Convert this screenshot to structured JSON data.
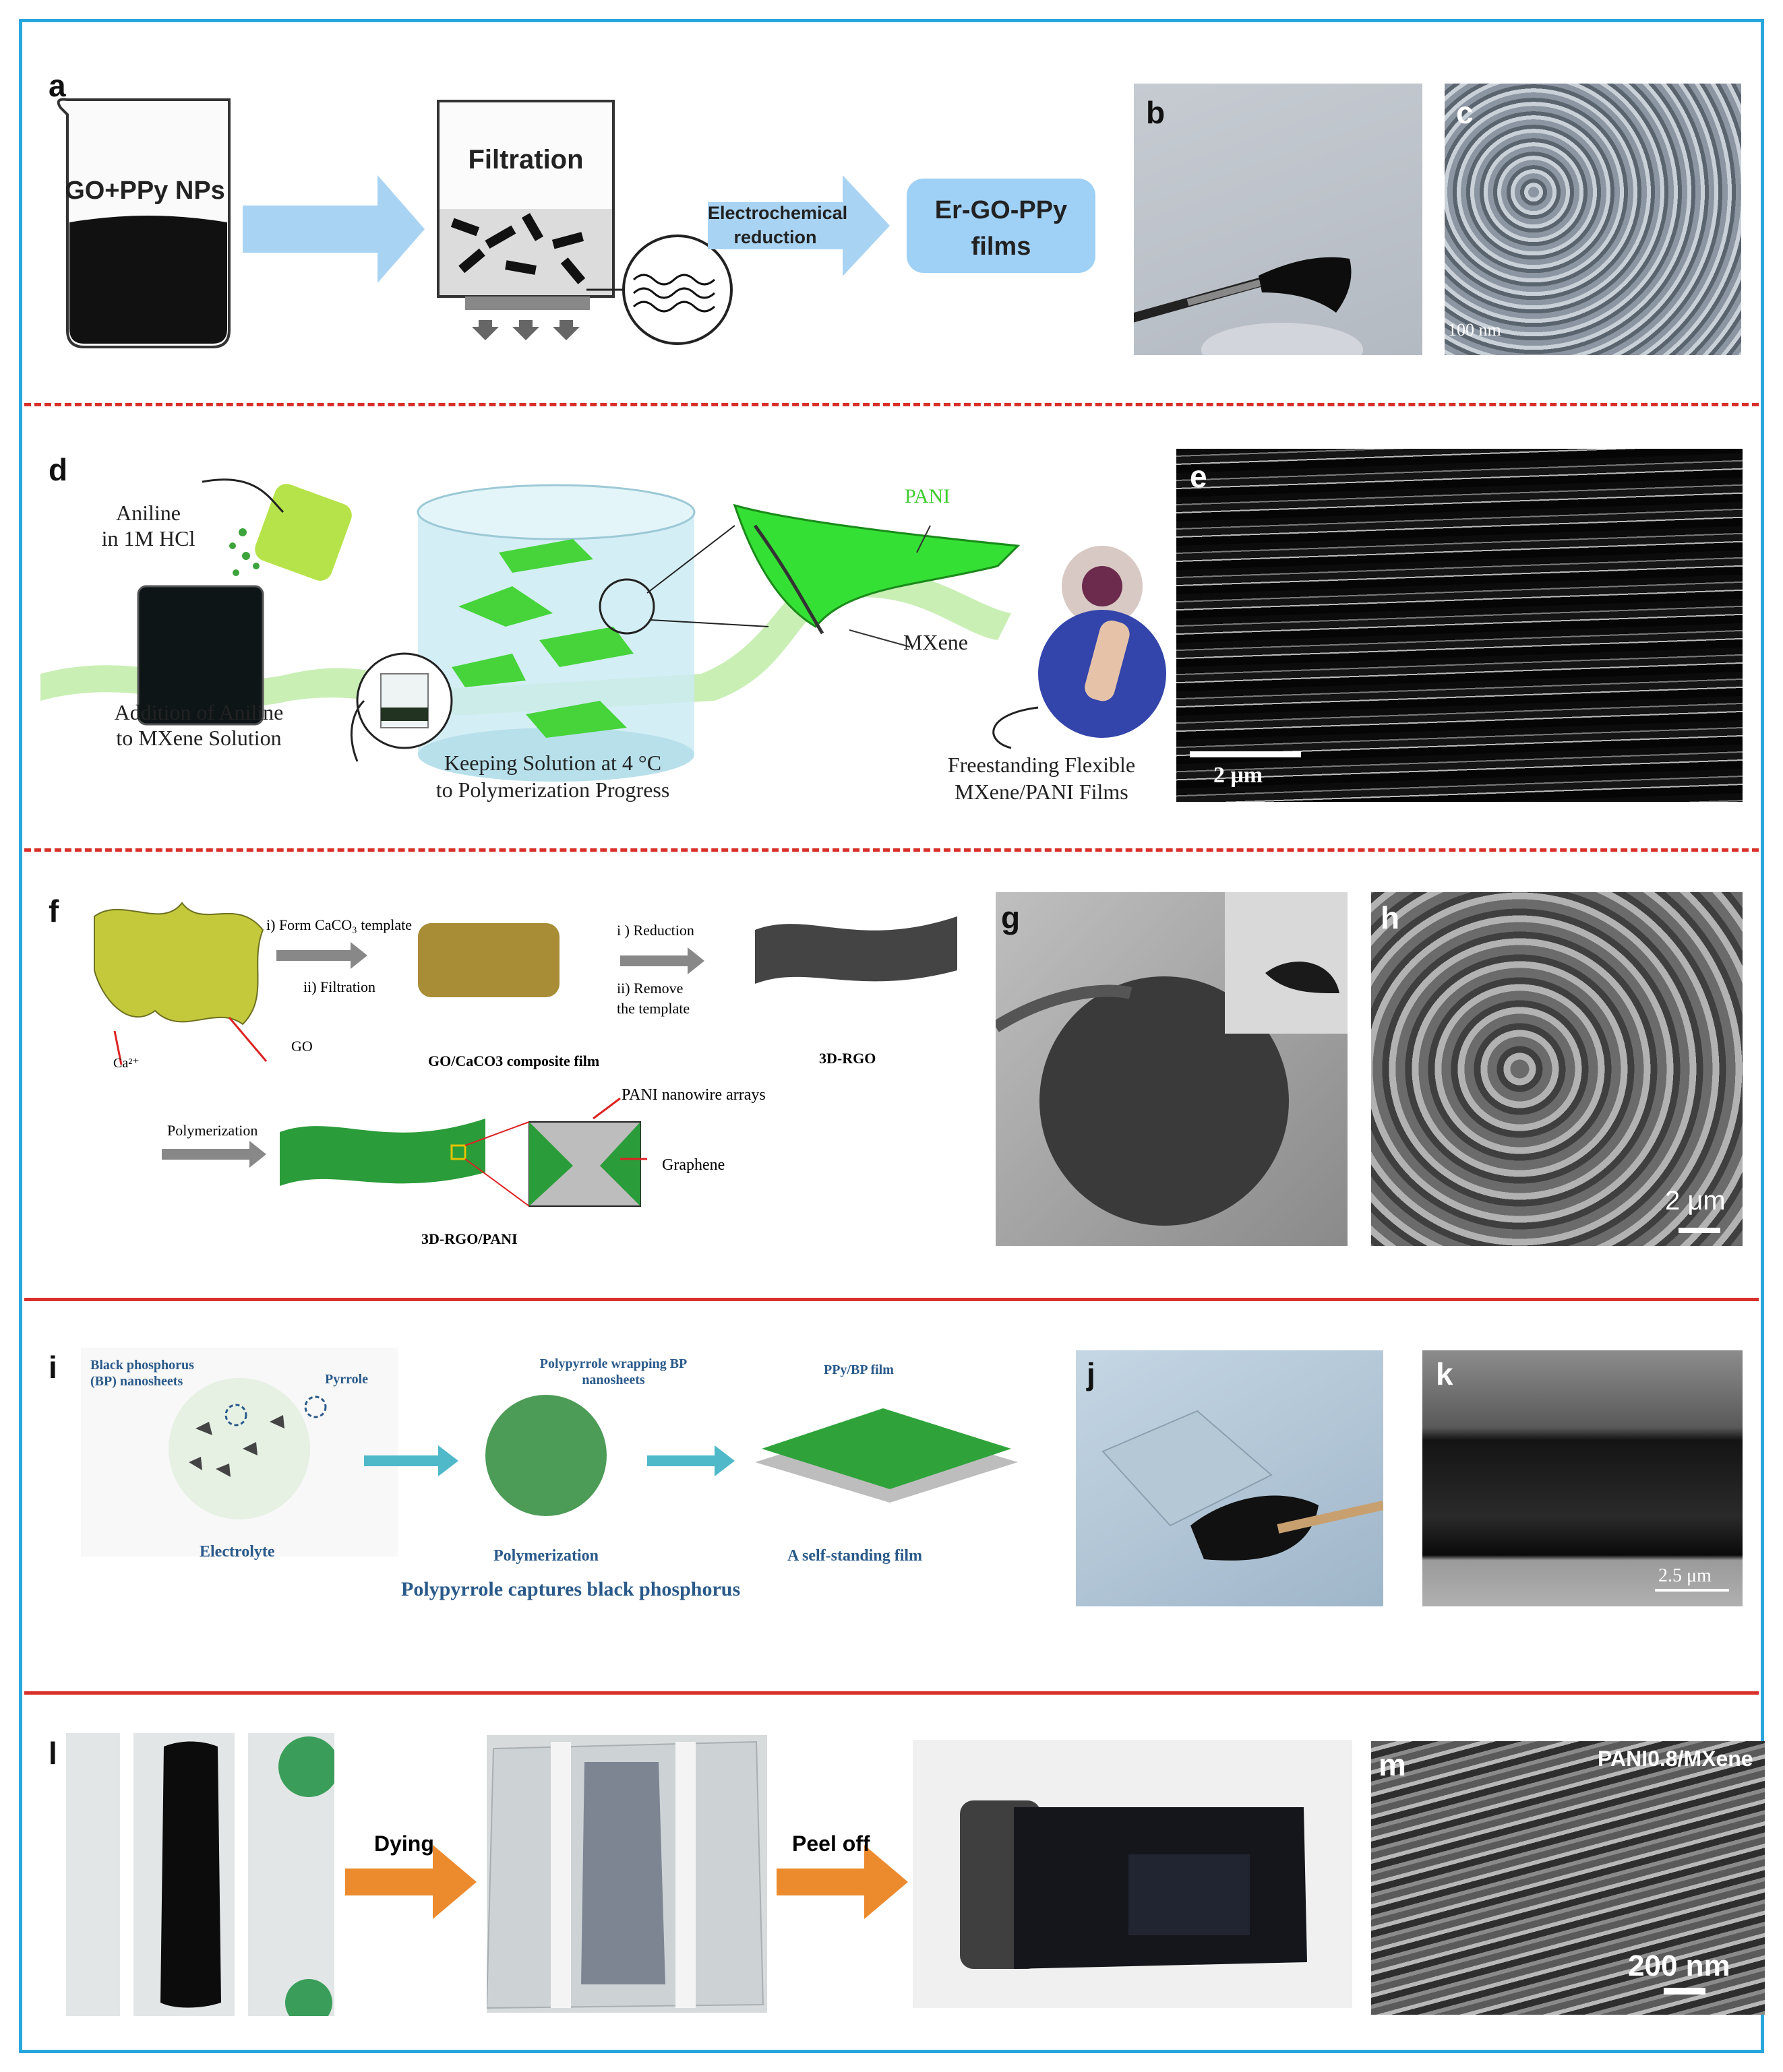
{
  "panel_labels": {
    "a": "a",
    "b": "b",
    "c": "c",
    "d": "d",
    "e": "e",
    "f": "f",
    "g": "g",
    "h": "h",
    "i": "i",
    "j": "j",
    "k": "k",
    "l": "l",
    "m": "m"
  },
  "row1": {
    "beaker_label": "GO+PPy NPs",
    "filtration_label": "Filtration",
    "arrow2_label_line1": "Electrochemical",
    "arrow2_label_line2": "reduction",
    "result_line1": "Er-GO-PPy",
    "result_line2": "films",
    "scale_c": "100 nm"
  },
  "row2": {
    "aniline_line1": "Aniline",
    "aniline_line2": "in 1M HCl",
    "addition_line1": "Addition of Aniline",
    "addition_line2": "to MXene Solution",
    "keeping_line1": "Keeping Solution at 4 °C",
    "keeping_line2": "to Polymerization Progress",
    "pani": "PANI",
    "mxene": "MXene",
    "freestanding_line1": "Freestanding Flexible",
    "freestanding_line2": "MXene/PANI Films",
    "scale_e": "2 μm"
  },
  "row3": {
    "form_template": "i) Form CaCO₃ template",
    "filtration": "ii) Filtration",
    "reduction": "i ) Reduction",
    "remove_line1": "ii)  Remove",
    "remove_line2": "the template",
    "ca": "Ca²⁺",
    "go": "GO",
    "composite": "GO/CaCO3 composite film",
    "rgo3d": "3D-RGO",
    "polymerization": "Polymerization",
    "pani_arrays": "PANI nanowire arrays",
    "graphene": "Graphene",
    "rgo_pani": "3D-RGO/PANI",
    "scale_h": "2 μm"
  },
  "row4": {
    "bp_line1": "Black phosphorus",
    "bp_line2": "(BP) nanosheets",
    "pyrrole": "Pyrrole",
    "wrap_line1": "Polypyrrole wrapping BP",
    "wrap_line2": "nanosheets",
    "ppy_bp": "PPy/BP film",
    "electrolyte": "Electrolyte",
    "polymerization": "Polymerization",
    "self_standing": "A self-standing film",
    "caption": "Polypyrrole captures black phosphorus",
    "scale_k": "2.5 μm"
  },
  "row5": {
    "dying": "Dying",
    "peel_off": "Peel off",
    "m_title": "PANI0.8/MXene",
    "scale_m": "200 nm"
  },
  "colors": {
    "frame": "#2aa7dc",
    "separator": "#d9302a",
    "arrow_blue": "#a9d3f3",
    "box_blue": "#9fd0f5",
    "arrow_orange": "#ec8a2e",
    "teal_arrow": "#4fb8c9"
  }
}
